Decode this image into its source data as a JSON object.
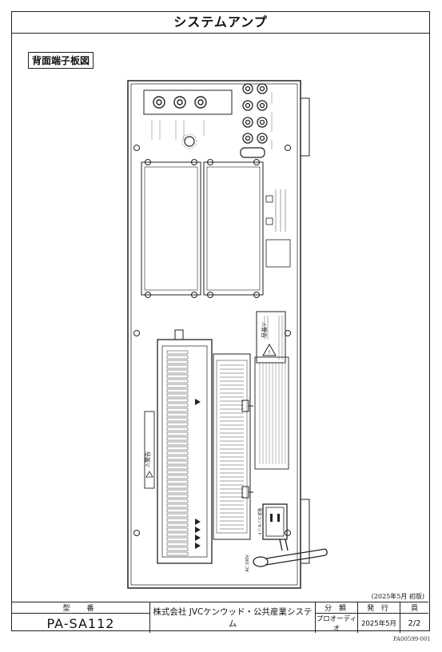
{
  "document": {
    "title": "システムアンプ",
    "section_label": "背面端子板図",
    "edition": "(2025年5月 初版)",
    "doc_number": "PA00599-001"
  },
  "title_block": {
    "model_header": "型　番",
    "model": "PA-SA112",
    "company": "株式会社 JVCケンウッド・公共産業システム",
    "category_header": "分 類",
    "category": "プロオーディオ",
    "issue_header": "発 行",
    "issue": "2025年5月",
    "page_header": "頁",
    "page": "2/2"
  },
  "panel": {
    "warning_title_1": "⚠警告",
    "warning_title_2": "⚠警告",
    "ac_label": "AC 100V",
    "outlet_label": "電源コンセント"
  }
}
